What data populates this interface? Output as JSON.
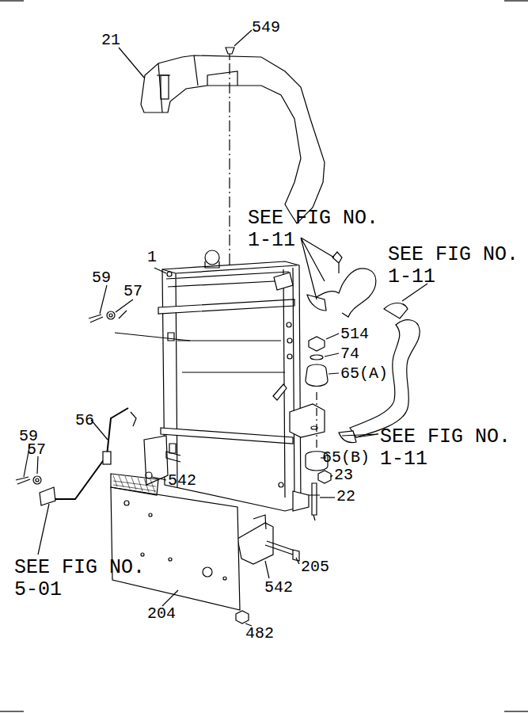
{
  "diagram": {
    "labels": [
      "21",
      "549",
      "SEE FIG NO. 1-11",
      "1",
      "SEE FIG NO. 1-11",
      "59",
      "57",
      "514",
      "74",
      "65(A)",
      "56",
      "SEE FIG NO. 1-11",
      "59",
      "57",
      "65(B)",
      "542",
      "23",
      "22",
      "SEE FIG NO. 5-01",
      "205",
      "542",
      "204",
      "482"
    ]
  }
}
